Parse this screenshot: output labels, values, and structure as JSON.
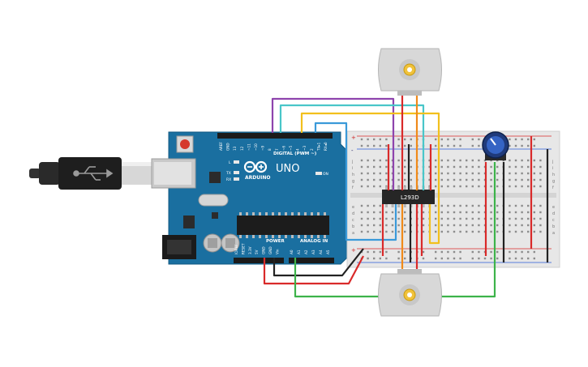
{
  "arduino": {
    "brand": "UNO",
    "logo_text": "ARDUINO",
    "digital_label": "DIGITAL (PWM ~)",
    "power_label": "POWER",
    "analog_label": "ANALOG IN",
    "on_label": "ON",
    "led_l": "L",
    "led_tx": "TX",
    "led_rx": "RX",
    "digital_pins": [
      "AREF",
      "GND",
      "13",
      "12",
      "~11",
      "~10",
      "~9",
      "8",
      "7",
      "~6",
      "~5",
      "4",
      "~3",
      "2",
      "TX▸1",
      "RX◂0"
    ],
    "power_pins": [
      "IOREF",
      "RESET",
      "3.3V",
      "5V",
      "GND",
      "GND",
      "Vin"
    ],
    "analog_pins": [
      "A0",
      "A1",
      "A2",
      "A3",
      "A4",
      "A5"
    ]
  },
  "ic": {
    "label": "L293D"
  },
  "breadboard": {
    "row_letters_top": [
      "j",
      "i",
      "h",
      "g",
      "f"
    ],
    "row_letters_bottom": [
      "e",
      "d",
      "c",
      "b",
      "a"
    ],
    "plus": "+",
    "minus": "-"
  },
  "colors": {
    "board": "#1a6fa0",
    "wire_purple": "#8e44ad",
    "wire_cyan": "#49c6c9",
    "wire_yellow": "#f2c01d",
    "wire_blue": "#3a9ad9",
    "wire_orange": "#f08a1a",
    "wire_red": "#d92a2a",
    "wire_black": "#222222",
    "wire_green": "#3db34a"
  }
}
